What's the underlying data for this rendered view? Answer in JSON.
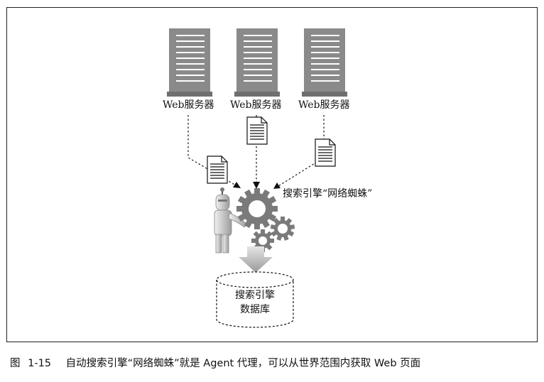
{
  "diagram": {
    "servers": [
      {
        "label": "Web服务器"
      },
      {
        "label": "Web服务器"
      },
      {
        "label": "Web服务器"
      }
    ],
    "spider_label": "搜索引擎“网络蜘蛛”",
    "database": {
      "line1": "搜索引擎",
      "line2": "数据库"
    }
  },
  "caption": {
    "figure": "图",
    "number": "1-15",
    "text": "自动搜索引擎“网络蜘蛛”就是 Agent 代理，可以从世界范围内获取 Web 页面"
  },
  "colors": {
    "server_fill": "#8a8a8a",
    "server_lines": "#ffffff",
    "gear_fill": "#7a7a7a",
    "robot_fill": "#c9c9c9",
    "arrow_fill": "#bdbdbd"
  }
}
